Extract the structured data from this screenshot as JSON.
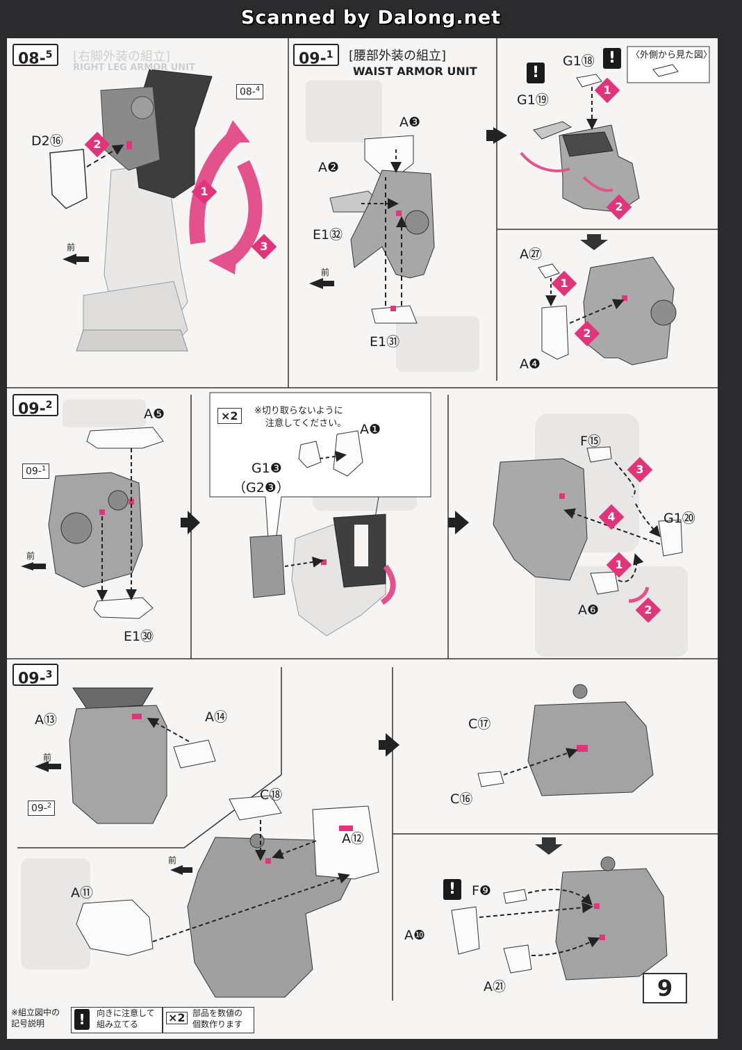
{
  "watermark": "Scanned by Dalong.net",
  "page_number": "9",
  "panels": {
    "p08_5": {
      "step": "08-",
      "step_sub": "5",
      "ghost_title": "[右脚外装の組立]",
      "ghost_subtitle": "RIGHT LEG ARMOR UNIT",
      "ref": "08-",
      "ref_sub": "4",
      "part": "D2⑯",
      "front": "前"
    },
    "p09_1": {
      "step": "09-",
      "step_sub": "1",
      "title": "[腰部外装の組立]",
      "subtitle": "WAIST ARMOR UNIT",
      "parts": {
        "a3": "A❸",
        "a2": "A❷",
        "e132": "E1㉜",
        "e131": "E1㉛"
      },
      "front": "前"
    },
    "p09_1b": {
      "part_g118": "G1⑱",
      "part_g119": "G1⑲",
      "outside_view": "〈外側から見た図〉",
      "part_a27": "A㉗",
      "part_a4": "A❹"
    },
    "p09_2": {
      "step": "09-",
      "step_sub": "2",
      "ref": "09-",
      "ref_sub": "1",
      "front": "前",
      "parts": {
        "a5": "A❺",
        "e130": "E1㉚"
      }
    },
    "p09_2b": {
      "x2": "×2",
      "note_l1": "※切り取らないように",
      "note_l2": "注意してください。",
      "a1": "A❶",
      "g13": "G1❸",
      "g23": "（G2❸）"
    },
    "p09_2c": {
      "f15": "F⑮",
      "g120": "G1⑳",
      "a6": "A❻"
    },
    "p09_3": {
      "step": "09-",
      "step_sub": "3",
      "ref": "09-",
      "ref_sub": "2",
      "front": "前",
      "front2": "前",
      "parts": {
        "a13": "A⑬",
        "a14": "A⑭",
        "c18": "C⑱",
        "a12": "A⑫",
        "a11": "A⑪"
      }
    },
    "p09_3b": {
      "c17": "C⑰",
      "c16": "C⑯",
      "f9": "F❾",
      "a10": "A❿",
      "a21": "A㉑"
    }
  },
  "legend": {
    "head_l1": "※組立図中の",
    "head_l2": "記号説明",
    "warn_symbol": "!",
    "warn_l1": "向きに注意して",
    "warn_l2": "組み立てる",
    "x2_symbol": "×2",
    "x2_l1": "部品を数値の",
    "x2_l2": "個数作ります"
  },
  "colors": {
    "accent": "#e0357a",
    "frame": "#2b2b2d",
    "paper": "#f6f5f3"
  }
}
